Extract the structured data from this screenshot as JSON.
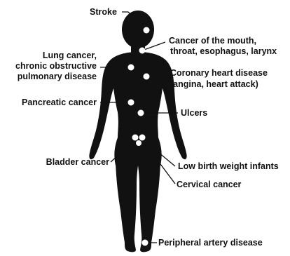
{
  "labels": {
    "stroke": "Stroke",
    "mouth_1": "Cancer of the mouth,",
    "mouth_2": "throat, esophagus, larynx",
    "lung_1": "Lung cancer,",
    "lung_2": "chronic obstructive",
    "lung_3": "pulmonary disease",
    "heart_1": "Coronary heart disease",
    "heart_2": "(angina, heart attack)",
    "pancreatic": "Pancreatic cancer",
    "ulcers": "Ulcers",
    "bladder": "Bladder cancer",
    "lbw": "Low birth weight infants",
    "cervical": "Cervical cancer",
    "pad": "Peripheral artery disease"
  },
  "colors": {
    "silhouette": "#111111",
    "marker": "#ffffff",
    "line": "#111111"
  }
}
